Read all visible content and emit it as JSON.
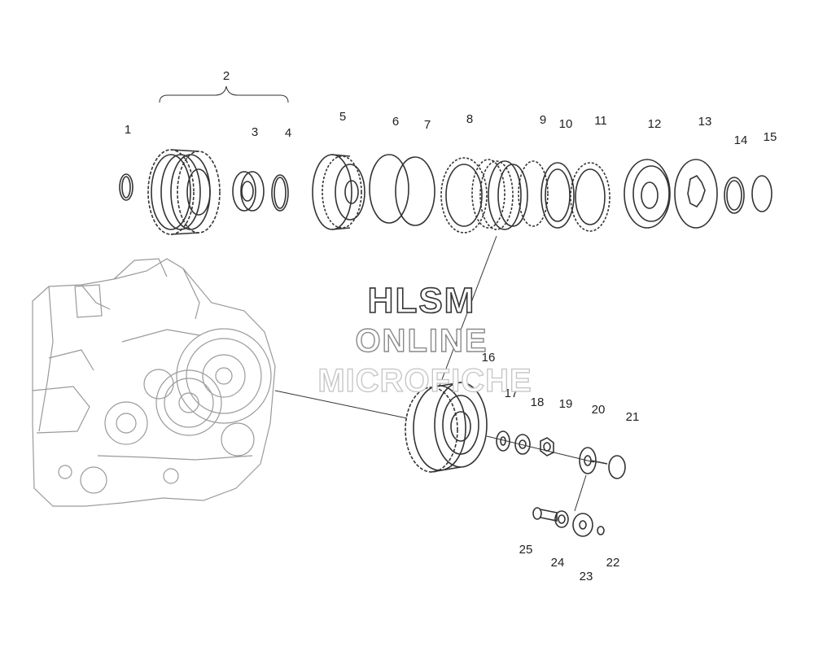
{
  "watermark": {
    "line1": "HLSM",
    "line2": "ONLINE",
    "line3": "MICROFICHE"
  },
  "callouts": [
    "1",
    "2",
    "3",
    "4",
    "5",
    "6",
    "7",
    "8",
    "9",
    "10",
    "11",
    "12",
    "13",
    "14",
    "15",
    "16",
    "17",
    "18",
    "19",
    "20",
    "21",
    "22",
    "23",
    "24",
    "25"
  ]
}
